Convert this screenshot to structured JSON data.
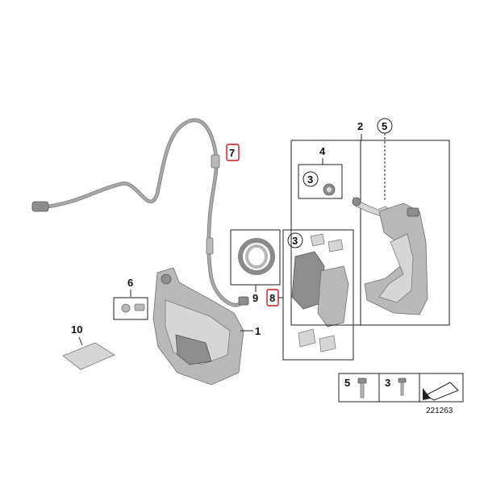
{
  "diagram_number": "221263",
  "callouts": {
    "caliper": "1",
    "carrier": "2",
    "bolt_in_pad_set": "3",
    "bolt_kit": "4",
    "carrier_bolt_circle": "5",
    "guide_pins": "6",
    "wear_sensor": "7",
    "pad_set": "8",
    "piston_seal": "9",
    "grease": "10",
    "bolt_in_kit_circle": "3"
  },
  "legend": {
    "item_a": "5",
    "item_b": "3"
  },
  "colors": {
    "highlight": "#d0141d",
    "part_fill": "#b9b9b9",
    "line": "#222222"
  }
}
